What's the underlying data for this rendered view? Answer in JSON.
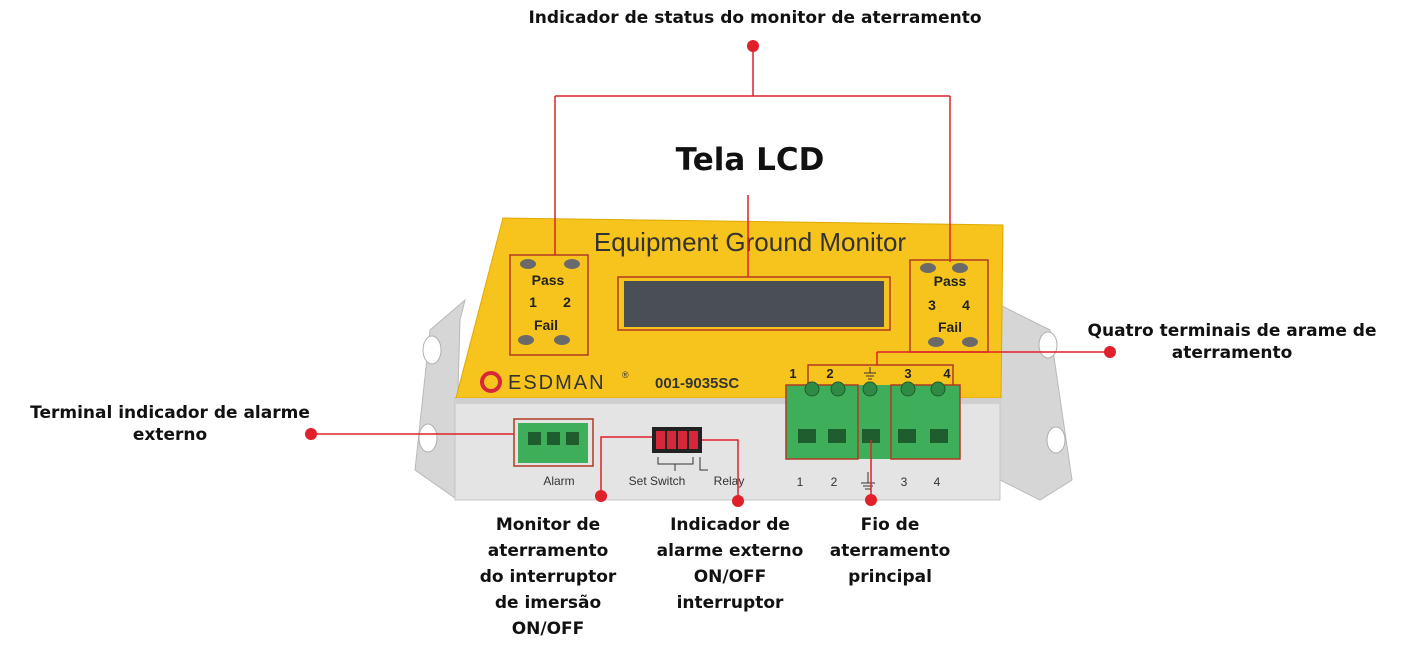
{
  "annotations": {
    "status_indicator": "Indicador de status do monitor de aterramento",
    "lcd_screen": "Tela LCD",
    "four_terminals": "Quatro terminais de arame de\naterramento",
    "external_alarm_terminal": "Terminal indicador de alarme\nexterno",
    "dip_switch_monitor": "Monitor de\naterramento\ndo interruptor\nde imersão\nON/OFF",
    "alarm_switch": "Indicador de\nalarme externo\nON/OFF\ninterruptor",
    "main_ground_wire": "Fio de\naterramento\nprincipal"
  },
  "device": {
    "title": "Equipment Ground Monitor",
    "brand": "ESDMAN",
    "registered": "®",
    "model": "001-9035SC",
    "left_panel": {
      "pass": "Pass",
      "fail": "Fail",
      "ch_a": "1",
      "ch_b": "2"
    },
    "right_panel": {
      "pass": "Pass",
      "fail": "Fail",
      "ch_a": "3",
      "ch_b": "4"
    },
    "front_labels": {
      "alarm": "Alarm",
      "set_switch": "Set Switch",
      "relay": "Relay"
    },
    "terminal_top_numbers": [
      "1",
      "2",
      "3",
      "4"
    ],
    "terminal_bottom_numbers": [
      "1",
      "2",
      "3",
      "4"
    ]
  },
  "colors": {
    "callout_red": "#e0202a",
    "device_yellow": "#f7c41e",
    "terminal_green": "#3fae5a",
    "lcd_gray": "#4a4f55",
    "switch_red": "#d6283a"
  }
}
